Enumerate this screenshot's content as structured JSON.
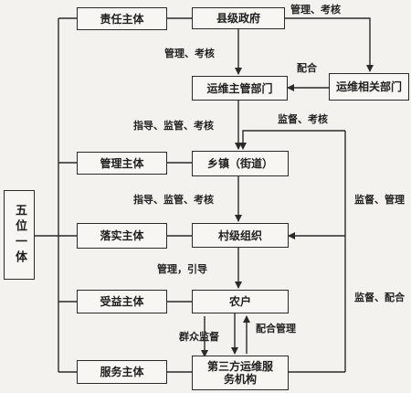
{
  "nodes": {
    "five_in_one": "五位一体",
    "responsible": "责任主体",
    "management": "管理主体",
    "implementation": "落实主体",
    "beneficiary": "受益主体",
    "service": "服务主体",
    "county_gov": "县级政府",
    "maint_dept": "运维主管部门",
    "related_dept": "运维相关部门",
    "township": "乡镇（街道）",
    "village": "村级组织",
    "farmer": "农户",
    "third_party": "第三方运维服务机构"
  },
  "edges": {
    "mgmt_assess_top": "管理、考核",
    "mgmt_assess_mid": "管理、考核",
    "cooperate": "配合",
    "guide_supervise_1": "指导、监管、考核",
    "supervise_assess": "监督、考核",
    "guide_supervise_2": "指导、监管、考核",
    "supervise_manage": "监督、管理",
    "manage_guide": "管理，引导",
    "supervise_cooperate": "监督、配合",
    "public_supervise": "群众监督",
    "cooperate_manage": "配合管理"
  }
}
